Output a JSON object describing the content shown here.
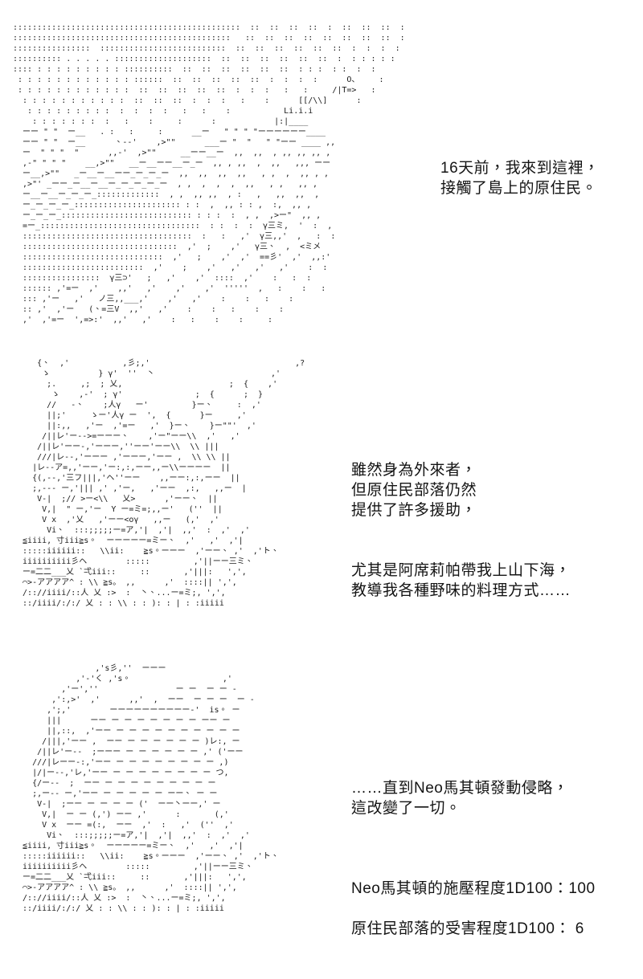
{
  "meta": {
    "background_color": "#ffffff",
    "art_color": "#1a1a1a",
    "text_color": "#141414"
  },
  "panels": {
    "panel_1": {
      "name": "island-landscape-with-figure",
      "art": ":::::::::::::::::::::::::::::::::::::::::::::::  ::  ::  ::  ::  :  ::  ::  ::  :\n:::::::::::::::::::::::::::::::::::::::::::::   ::  ::  ::  ::  ::  ::  ::  ::  :\n::::::::::::::::  ::::::::::::::::::::::::::  ::  ::  ::  ::  ::  ::  :  :  :  :\n:::::::::: . . . . . ::::::::::::::::::::  ::  ::  ::  ::  ::  ::  :  : : : : :\n:::: : : : : : : : : : ::::::::::  ::  ::  ::  ::  ::  ::  : : :  : :  :  :\n : : : : : : : : : : : : ::::::  ::  ::  ::  ::  ::  :  :  :  :      O、    :\n : : : : : : : : : : : :  ::  ::  ::  ::  ::  :  :  :   :   :     /|T=>   :\n  : : : : : : : : : : :  ::  ::  ::  :  :  :   :    :      [[/\\\\]      :\n   : : : : : : : : :  :  :  :  :   :   :    :           Li.i.i\n    : : : : : : :  :   :    :     :      :            |:|____\n  ーー \" \"  ー__   . :   :     :      __ー   \" \" \" \"ーーーーーー____\n  ーー \" \"  ー__      、--'    ,>\"\"      ___ー \"  \"   \" \"ーー ____ ,,\n  ー  \" \" \"  \"      ,,-'  ,>\"\"     __ーー__ー  ,,  ,,  , ,, ,, ,, ,\n  ,-\" \" \" \"    __,>\"\"   __ー__ーー__ー_ー  ,, , ,,  ,  ,,   ,,, ーー\n  ー__,>\"\"   _ー__ー__ーー_ー_ー_ー  ,,  ,,  ,,  ,,   , ,  ,  ,, , ,\n  ,>\"' _ーー_ー__ー__ー_ー_ー_ー_ー  , ,  ,  ,  ,  ,,   , ,   ,, ,\n  ー__ー__ー_ー_ー_:::::::::::::  , ,  ,, ,,  , :   ,   ,,  ,,  ,\n  ー_ー_ー_ー_:::::::::::::::::::::: : :  ,  ,, : : ,  :,  ,, ,\n  ー_ー_ー_::::::::::::::::::::::::::: : : :  :  , ,  ,>ー\"  ,, ,\n  =ー_:::::::::::::::::::::::::::::::::  : :  :  :  γ三ミ,  '  :  ,\n  :::::::::::::::::::::::::::::::::::  :   :   ,'  γ三,,'  ,   :  :\n  ::::::::::::::::::::::::::::::::  ,'  ;    ,'   γ三、  ,  <ミメ\n  :::::::::::::::::::::::::::::  ,'   ;    ,'  ,'  ==彡'  ,'  ,,:'\n  :::::::::::::::::::::::::  ,'    ;    ,'   ,'   ,'   ,'    :  :\n  ::::::::::::::::  γ三⊃'   ;   ,'    ,'  ::::  ,'    :   :  :\n  :::::: ,'=ー  ,'    ,,'   ,'    ,'    ,'  '''''  ,   :    :   :\n  ::: ,'ー   ,'   ノ三,,___,'    ,'   ,'    :    :   :    :\n  :: ,'  ,'ー   (、=三V  ,,'   ,'    :    :   :    :    :\n  ,'  ,'=ー  ',=>:'  ,,'   ,'    :   :    :    :     :"
    },
    "panel_2": {
      "name": "tribal-character-portrait-a",
      "art": "     {、  ,'           ,彡;,'                              ,?\n      ゝ          } γ'  ''  丶                        ,'\n       ;.     ,;  ; 乂,                      ;  {    ,'\n        ゝ    ,-'  ; γ'               ;  {      ;  }\n       //   -、    ;人γ   ー'         }ー、     :  ,'\n       ||;'     ゝー'人γ ー  ',  {      }ー     ,'\n       ||:,,   ,'ー  ,'=ー   ,'  }ー、    }ー\"\"'  ,'\n      /||レ'ー-->=ーーー、    ,'ー\"ーー\\\\  ,'   ,'\n     /||レ'ーー-,'ーーー,''ーー'ーー\\\\  \\\\ |||\n     ///|レ--,'ーーー ,'ーーー,'ーー ,  \\\\ \\\\ ||\n    |レ--ア=,,'ーー,'ー:,:,ーー,,ー\\\\ーーーー  ||\n    {(,--,'三フ|||,'ヘ''ーー    ,,ーー:,:,ーー  ||\n    ;,--- ー,'||| ,' ,'ー,   ,'ーー  ,:,   ,,ー  |\n     V-|  ;// >ー<\\\\   乂>      ,'ーー、  ||\n      V,|  \" ー,'ー  Y ー=ミ=;,,ー'   (''  ||\n      V x  ,'乂   ,'ーー<oγ   ,,ー   (,'  ,'\n       Vi、  :::;;;;;ー=ア,'|  ,'|  ,,'  :  ,'  ,'\n  ≦iiii, 寸iii≧s。  ーーーーー=ミー、  ,'   ,'  ,'|\n  :::::iiiiii::   \\\\ii:    ≧s。ーーー  ,'ーー、 ,'  ,'ト、\n  iiiiiiiiii彡ヘ        :::::         ,'||ーー三ミ、\n  ー=二二___乂 `弌iii::     ::       ,'|||:   ',',\n  ⌒>-アアアア^ : \\\\ ≧s。 ,,      ,'  ::::|| ',',\n  /:://iiii/::人 乂 :>  :  丶、...ー=ミ;, ',',\n  ::/iiii/:/:/ 乂 : : \\\\ : : ): : | : :iiiii"
    },
    "panel_3": {
      "name": "tribal-character-portrait-b",
      "art": "                 ,'s彡,''  ーーー\n             ,'-'く ,'s。                   ,'\n          ,'ー',''                ー ー  ー ー -\n        ,':,>'  ,'      ,,'  ,  ーー  ー ー ー  ー -\n       ,';,'        ーーーーーーーーーー-'  is。 ー\n       |||      ーー ー ー ー ー ー ー ー ーー ー\n       ||,::,  ,'ーー ー ー ー ー ー ー ー ー ー ー\n      /|||,'ーー ,  ーー ー ー ー ー ー ー )レ:, ー\n     /||レ'ー--  ;ーーー ー ー ー ー ー ー ,' ('ーー\n    ///|レーー-:,'ーー ー ー ー ー ー ー ー ー ,)\n    |/|ー--,'レ,'ーー ー ー ー ー ー ー ー ー つ,\n    {/ー--  ;  ーー ー ー ー ー ー ー ー ー ー\n    ;,ー-- ー,'ーー ー ー ー ー ー ーー、 ー ー\n     V-|  ;ーー ー ー ー ー ('  ーー丶ーー,' ー\n      V,|  ー ー (,') ーー ,'      :       (,'\n      V x  ーー =(:,  ーー  ,'  :   ,'  (''  ,'\n       Vi、  :::;;;;;ー=ア,'|  ,'|  ,,'  :  ,'  ,'\n  ≦iiii, 寸iii≧s。  ーーーーー=ミー、  ,'   ,'  ,'|\n  :::::iiiiii::   \\\\ii:    ≧s。ーーー  ,'ーー、 ,'  ,'ト、\n  iiiiiiiiii彡ヘ        :::::         ,'||ーー三ミ、\n  ー=二二___乂 `弌iii::     ::       ,'|||:   ',',\n  ⌒>-アアアア^ : \\\\ ≧s。 ,,      ,'  ::::|| ',',\n  /:://iiii/::人 乂 :>  :  丶、...ー=ミ;, ',',\n  ::/iiii/:/:/ 乂 : : \\\\ : : ): : | : :iiiii"
    }
  },
  "narration": {
    "block_1": {
      "lines": "16天前，我來到這裡，\n接觸了島上的原住民。"
    },
    "block_2": {
      "paragraph_1": "雖然身為外來者，\n但原住民部落仍然\n提供了許多援助，",
      "paragraph_2": "尤其是阿席莉帕帶我上山下海，\n教導我各種野味的料理方式……"
    },
    "block_3": {
      "paragraph_1": "……直到Neo馬其頓發動侵略，\n這改變了一切。",
      "dice_line_1": "Neo馬其頓的施壓程度1D100：100",
      "dice_line_2": "原住民部落的受害程度1D100： 6"
    }
  }
}
